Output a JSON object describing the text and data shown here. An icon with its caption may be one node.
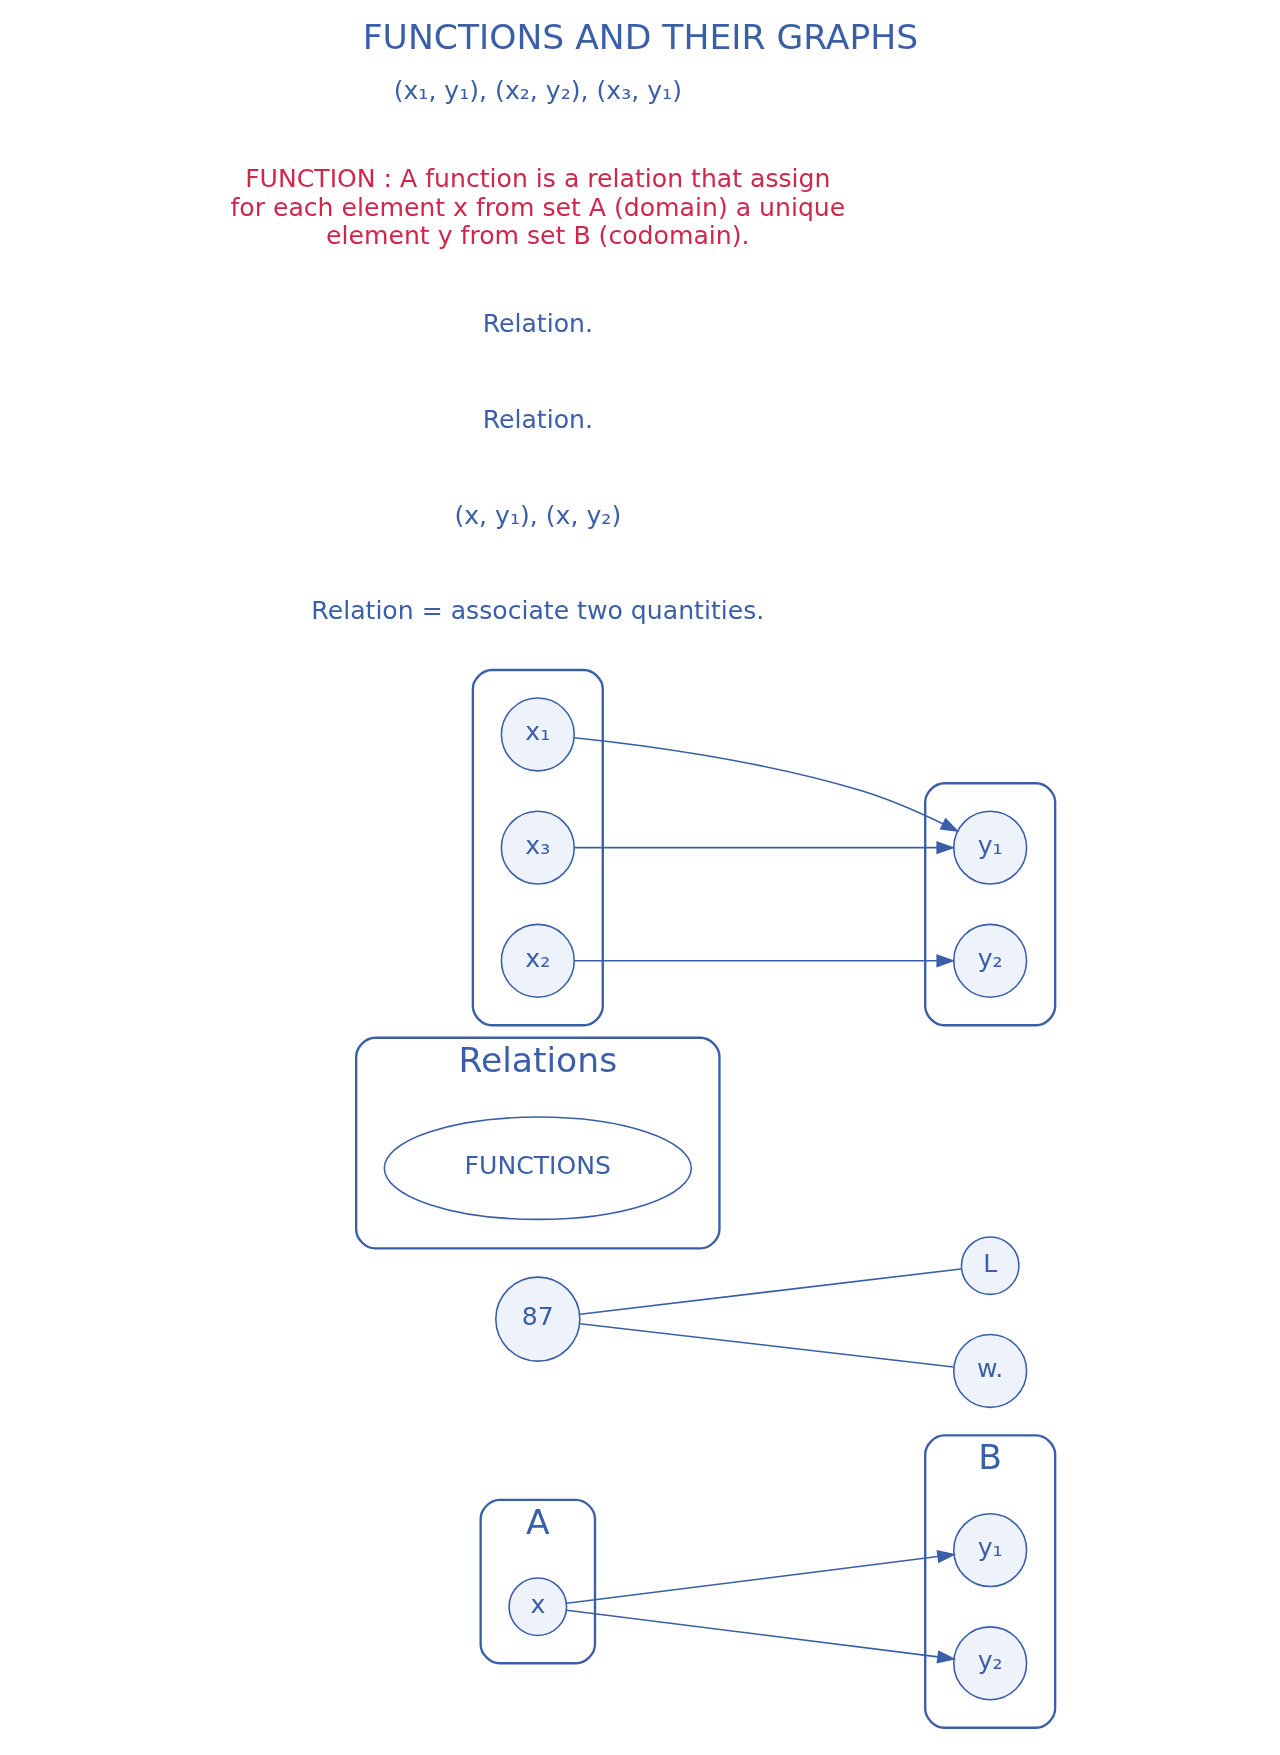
{
  "diagram": {
    "title": "FUNCTIONS AND THEIR GRAPHS",
    "nodes": [
      {
        "text": [
          "A"
        ]
      },
      {
        "text": [
          "x"
        ],
        "in": 0
      },
      {
        "text": [
          "B"
        ]
      },
      {
        "text": [
          "y₁"
        ],
        "in": 2
      },
      {
        "text": [
          "y₂"
        ],
        "in": 2
      },
      {
        "text": [
          "87"
        ]
      },
      {
        "text": [
          "L"
        ]
      },
      {
        "text": [
          "w."
        ]
      },
      {
        "text": [
          "Relations"
        ]
      },
      {
        "text": [
          "FUNCTIONS"
        ],
        "in": 8
      },
      {
        "text": [],
        "shape": "ellipse"
      },
      {
        "text": [
          "x₁"
        ],
        "in": 10
      },
      {
        "text": [
          "x₂"
        ],
        "in": 10
      },
      {
        "text": [
          "x₃"
        ],
        "in": 10
      },
      {
        "text": [],
        "shape": "ellipse"
      },
      {
        "text": [
          "y₁"
        ],
        "in": 14
      },
      {
        "text": [
          "y₂"
        ],
        "in": 14
      }
    ],
    "edges": [
      {
        "from": 1,
        "to": 3,
        "arrow": "to"
      },
      {
        "from": 1,
        "to": 4,
        "arrow": "to"
      },
      {
        "from": 5,
        "to": 6,
        "arrow": "none"
      },
      {
        "from": 5,
        "to": 7,
        "arrow": "none"
      },
      {
        "from": 11,
        "to": 15,
        "arrow": "to"
      },
      {
        "from": 12,
        "to": 16,
        "arrow": "to"
      },
      {
        "from": 13,
        "to": 15,
        "arrow": "to"
      }
    ],
    "labels": [
      "Relation = associate two quantities.",
      "(x, y₁), (x, y₂)",
      "Relation.",
      "Relation.",
      "FUNCTION : A function is a relation that assign for each element x from set A (domain) a unique element y from set B (codomain).",
      "(x₁, y₁), (x₂, y₂), (x₃, y₁)"
    ]
  }
}
